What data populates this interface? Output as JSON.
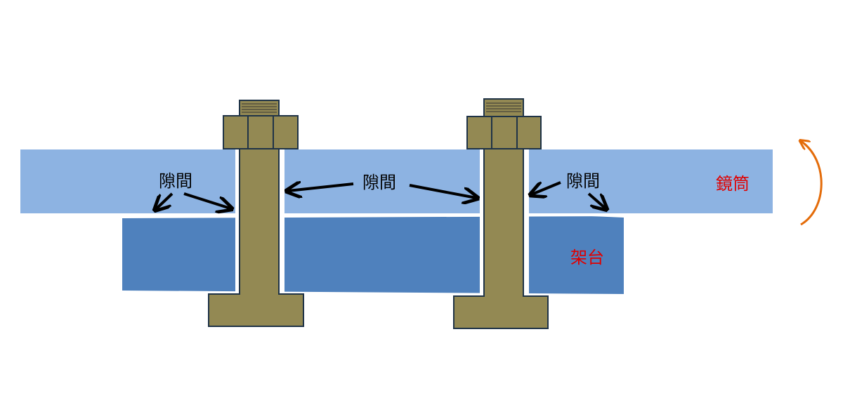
{
  "labels": {
    "gap": "隙間",
    "barrel": "鏡筒",
    "mount": "架台"
  },
  "colors": {
    "barrel": "#8db3e2",
    "mount": "#4f81bd",
    "bolt": "#938953",
    "bolt_outline": "#1f3347",
    "label_red": "#e00000",
    "rotation_arrow": "#e46c0a",
    "pointer_arrow": "#000000"
  },
  "icons": {
    "rotation": "curved-arrow-icon"
  }
}
